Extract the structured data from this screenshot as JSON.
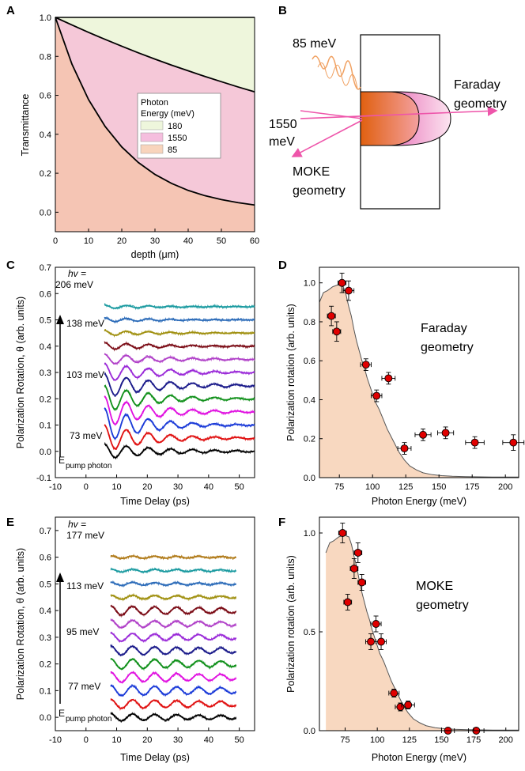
{
  "panels": {
    "A": "A",
    "B": "B",
    "C": "C",
    "D": "D",
    "E": "E",
    "F": "F"
  },
  "colors": {
    "green_fill": "#eef6dc",
    "pink_fill": "#f5c8d8",
    "salmon_fill": "#f5c5b4",
    "peach_fill": "#f8d8c0",
    "marker": "#e00000",
    "arrow_pink": "#ee55aa",
    "orange": "#e07020"
  },
  "diagram": {
    "label_85": "85 meV",
    "label_1550_a": "1550",
    "label_1550_b": "meV",
    "faraday_a": "Faraday",
    "faraday_b": "geometry",
    "moke_a": "MOKE",
    "moke_b": "geometry"
  },
  "chart_data": [
    {
      "panel": "A",
      "type": "area",
      "xlabel": "depth (μm)",
      "ylabel": "Transmittance",
      "xlim": [
        0,
        60
      ],
      "ylim": [
        -0.1,
        1.0
      ],
      "xticks": [
        0,
        10,
        20,
        30,
        40,
        50,
        60
      ],
      "yticks": [
        0.0,
        0.2,
        0.4,
        0.6,
        0.8,
        1.0
      ],
      "legend_title_1": "Photon",
      "legend_title_2": "Energy (meV)",
      "legend_placement": "center-right",
      "x": [
        0,
        5,
        10,
        15,
        20,
        25,
        30,
        35,
        40,
        45,
        50,
        55,
        60
      ],
      "series": [
        {
          "name": "180",
          "color": "#eef6dc",
          "values": [
            1.0,
            1.0,
            1.0,
            1.0,
            1.0,
            1.0,
            1.0,
            1.0,
            1.0,
            1.0,
            1.0,
            1.0,
            1.0
          ]
        },
        {
          "name": "1550",
          "color": "#f5c8d8",
          "values": [
            1.0,
            0.961,
            0.923,
            0.887,
            0.852,
            0.818,
            0.786,
            0.755,
            0.726,
            0.697,
            0.67,
            0.643,
            0.618
          ]
        },
        {
          "name": "85",
          "color": "#f5c5b4",
          "values": [
            1.0,
            0.76,
            0.578,
            0.44,
            0.335,
            0.255,
            0.194,
            0.148,
            0.112,
            0.085,
            0.065,
            0.049,
            0.037
          ]
        }
      ]
    },
    {
      "panel": "C",
      "type": "line",
      "xlabel": "Time Delay (ps)",
      "ylabel": "Polarization Rotation, θ (arb. units)",
      "xlim": [
        -10,
        55
      ],
      "ylim": [
        -0.1,
        0.7
      ],
      "xticks": [
        -10,
        0,
        10,
        20,
        30,
        40,
        50
      ],
      "yticks": [
        -0.1,
        0.0,
        0.1,
        0.2,
        0.3,
        0.4,
        0.5,
        0.6,
        0.7
      ],
      "t_start": 6,
      "t_end": 55,
      "annotations": [
        {
          "text": "hv =",
          "color": "#1a9aa0"
        },
        {
          "text": "206 meV",
          "color": "#1a9aa0"
        },
        {
          "text": "138 meV",
          "color": "#7a0a14"
        },
        {
          "text": "103 meV",
          "color": "#1a1a8a"
        },
        {
          "text": "73 meV",
          "color": "#e01010"
        },
        {
          "text": "E",
          "color": "#000000"
        },
        {
          "text": "pump photon",
          "color": "#000000"
        }
      ],
      "series": [
        {
          "offset": 0.0,
          "amp": 0.028,
          "period": 7.2,
          "decay": 20,
          "color": "#000000"
        },
        {
          "offset": 0.05,
          "amp": 0.05,
          "period": 7.2,
          "decay": 16,
          "color": "#e01010"
        },
        {
          "offset": 0.1,
          "amp": 0.065,
          "period": 7.2,
          "decay": 14,
          "color": "#1a3ad8"
        },
        {
          "offset": 0.15,
          "amp": 0.06,
          "period": 7.2,
          "decay": 15,
          "color": "#e010e0"
        },
        {
          "offset": 0.2,
          "amp": 0.05,
          "period": 7.2,
          "decay": 16,
          "color": "#10901a"
        },
        {
          "offset": 0.25,
          "amp": 0.045,
          "period": 7.2,
          "decay": 18,
          "color": "#1a1a8a"
        },
        {
          "offset": 0.3,
          "amp": 0.035,
          "period": 7.2,
          "decay": 18,
          "color": "#9a2ad8"
        },
        {
          "offset": 0.35,
          "amp": 0.02,
          "period": 7.2,
          "decay": 20,
          "color": "#b040c8"
        },
        {
          "offset": 0.4,
          "amp": 0.014,
          "period": 7.2,
          "decay": 20,
          "color": "#7a0a14"
        },
        {
          "offset": 0.45,
          "amp": 0.01,
          "period": 7.2,
          "decay": 20,
          "color": "#a09010"
        },
        {
          "offset": 0.5,
          "amp": 0.008,
          "period": 7.2,
          "decay": 20,
          "color": "#2a6ab8"
        },
        {
          "offset": 0.55,
          "amp": 0.007,
          "period": 7.2,
          "decay": 20,
          "color": "#1a9aa0"
        }
      ]
    },
    {
      "panel": "D",
      "type": "scatter",
      "xlabel": "Photon Energy (meV)",
      "ylabel": "Polarization rotation (arb. units)",
      "xlim": [
        60,
        210
      ],
      "ylim": [
        0.0,
        1.08
      ],
      "xticks": [
        75,
        100,
        125,
        150,
        175,
        200
      ],
      "yticks": [
        0.0,
        0.2,
        0.4,
        0.6,
        0.8,
        1.0
      ],
      "annotation_1": "Faraday",
      "annotation_2": "geometry",
      "spectrum_x": [
        60,
        63,
        66,
        70,
        74,
        78,
        80,
        82,
        84,
        86,
        88,
        90,
        92,
        94,
        96,
        98,
        100,
        102,
        105,
        108,
        111,
        114,
        117,
        120,
        124,
        128,
        133,
        138,
        145,
        152,
        160,
        170,
        180,
        190,
        200,
        210
      ],
      "spectrum_y": [
        0.9,
        0.95,
        0.96,
        0.98,
        0.99,
        0.98,
        0.94,
        0.88,
        0.83,
        0.76,
        0.7,
        0.65,
        0.6,
        0.56,
        0.51,
        0.47,
        0.43,
        0.39,
        0.35,
        0.3,
        0.25,
        0.21,
        0.17,
        0.13,
        0.09,
        0.06,
        0.04,
        0.025,
        0.015,
        0.01,
        0.007,
        0.005,
        0.004,
        0.003,
        0.003,
        0.003
      ],
      "points": [
        {
          "x": 69,
          "y": 0.83,
          "xerr": 3,
          "yerr": 0.05
        },
        {
          "x": 73,
          "y": 0.75,
          "xerr": 3,
          "yerr": 0.05
        },
        {
          "x": 77,
          "y": 1.0,
          "xerr": 3,
          "yerr": 0.05
        },
        {
          "x": 82,
          "y": 0.96,
          "xerr": 4,
          "yerr": 0.05
        },
        {
          "x": 95,
          "y": 0.58,
          "xerr": 4,
          "yerr": 0.03
        },
        {
          "x": 103,
          "y": 0.42,
          "xerr": 4,
          "yerr": 0.03
        },
        {
          "x": 112,
          "y": 0.51,
          "xerr": 5,
          "yerr": 0.03
        },
        {
          "x": 124,
          "y": 0.15,
          "xerr": 5,
          "yerr": 0.03
        },
        {
          "x": 138,
          "y": 0.22,
          "xerr": 6,
          "yerr": 0.03
        },
        {
          "x": 155,
          "y": 0.23,
          "xerr": 6,
          "yerr": 0.03
        },
        {
          "x": 177,
          "y": 0.18,
          "xerr": 7,
          "yerr": 0.03
        },
        {
          "x": 206,
          "y": 0.18,
          "xerr": 8,
          "yerr": 0.04
        }
      ]
    },
    {
      "panel": "E",
      "type": "line",
      "xlabel": "Time Delay (ps)",
      "ylabel": "Polarization Rotation, θ (arb. units)",
      "xlim": [
        -10,
        55
      ],
      "ylim": [
        -0.05,
        0.75
      ],
      "xticks": [
        -10,
        0,
        10,
        20,
        30,
        40,
        50
      ],
      "yticks": [
        0.0,
        0.1,
        0.2,
        0.3,
        0.4,
        0.5,
        0.6,
        0.7
      ],
      "t_start": 8,
      "t_end": 49,
      "annotations": [
        {
          "text": "hv =",
          "color": "#b07a18"
        },
        {
          "text": "177 meV",
          "color": "#b07a18"
        },
        {
          "text": "113 meV",
          "color": "#7a0a14"
        },
        {
          "text": "95 meV",
          "color": "#1a1a8a"
        },
        {
          "text": "77 meV",
          "color": "#e01010"
        },
        {
          "text": "E",
          "color": "#000000"
        },
        {
          "text": "pump photon",
          "color": "#000000"
        }
      ],
      "series": [
        {
          "offset": 0.0,
          "amp": 0.014,
          "period": 7.2,
          "decay": 60,
          "color": "#000000"
        },
        {
          "offset": 0.05,
          "amp": 0.018,
          "period": 7.2,
          "decay": 60,
          "color": "#e01010"
        },
        {
          "offset": 0.1,
          "amp": 0.02,
          "period": 7.2,
          "decay": 60,
          "color": "#1a3ad8"
        },
        {
          "offset": 0.15,
          "amp": 0.02,
          "period": 7.2,
          "decay": 60,
          "color": "#e010e0"
        },
        {
          "offset": 0.2,
          "amp": 0.02,
          "period": 7.2,
          "decay": 60,
          "color": "#10901a"
        },
        {
          "offset": 0.25,
          "amp": 0.018,
          "period": 7.2,
          "decay": 60,
          "color": "#1a1a8a"
        },
        {
          "offset": 0.3,
          "amp": 0.016,
          "period": 7.2,
          "decay": 60,
          "color": "#9a2ad8"
        },
        {
          "offset": 0.35,
          "amp": 0.015,
          "period": 7.2,
          "decay": 60,
          "color": "#b040c8"
        },
        {
          "offset": 0.4,
          "amp": 0.018,
          "period": 7.2,
          "decay": 60,
          "color": "#7a0a14"
        },
        {
          "offset": 0.45,
          "amp": 0.008,
          "period": 7.2,
          "decay": 60,
          "color": "#a09010"
        },
        {
          "offset": 0.5,
          "amp": 0.006,
          "period": 7.2,
          "decay": 60,
          "color": "#2a6ab8"
        },
        {
          "offset": 0.55,
          "amp": 0.006,
          "period": 7.2,
          "decay": 60,
          "color": "#1a9aa0"
        },
        {
          "offset": 0.6,
          "amp": 0.005,
          "period": 7.2,
          "decay": 60,
          "color": "#b07a18"
        }
      ]
    },
    {
      "panel": "F",
      "type": "scatter",
      "xlabel": "Photon Energy (meV)",
      "ylabel": "Polarization rotation (arb. units)",
      "xlim": [
        55,
        210
      ],
      "ylim": [
        0.0,
        1.08
      ],
      "xticks": [
        75,
        100,
        125,
        150,
        175,
        200
      ],
      "yticks": [
        0.0,
        0.5,
        1.0
      ],
      "annotation_1": "MOKE",
      "annotation_2": "geometry",
      "spectrum_x": [
        60,
        63,
        66,
        70,
        74,
        78,
        80,
        82,
        84,
        86,
        88,
        90,
        92,
        94,
        96,
        98,
        100,
        102,
        105,
        108,
        111,
        114,
        117,
        120,
        124,
        128,
        133,
        138,
        145,
        152,
        160,
        170,
        180,
        190,
        200,
        210
      ],
      "spectrum_y": [
        0.9,
        0.95,
        0.96,
        0.98,
        0.99,
        0.98,
        0.94,
        0.88,
        0.83,
        0.76,
        0.7,
        0.65,
        0.6,
        0.56,
        0.51,
        0.47,
        0.43,
        0.39,
        0.35,
        0.3,
        0.25,
        0.21,
        0.17,
        0.13,
        0.09,
        0.06,
        0.04,
        0.025,
        0.015,
        0.01,
        0.007,
        0.005,
        0.004,
        0.003,
        0.003,
        0.003
      ],
      "points": [
        {
          "x": 73,
          "y": 1.0,
          "xerr": 3,
          "yerr": 0.05
        },
        {
          "x": 77,
          "y": 0.65,
          "xerr": 3,
          "yerr": 0.04
        },
        {
          "x": 82,
          "y": 0.82,
          "xerr": 3,
          "yerr": 0.05
        },
        {
          "x": 85,
          "y": 0.9,
          "xerr": 3,
          "yerr": 0.05
        },
        {
          "x": 88,
          "y": 0.75,
          "xerr": 3,
          "yerr": 0.04
        },
        {
          "x": 95,
          "y": 0.45,
          "xerr": 4,
          "yerr": 0.04
        },
        {
          "x": 99,
          "y": 0.54,
          "xerr": 4,
          "yerr": 0.04
        },
        {
          "x": 103,
          "y": 0.45,
          "xerr": 4,
          "yerr": 0.04
        },
        {
          "x": 113,
          "y": 0.19,
          "xerr": 4,
          "yerr": 0.02
        },
        {
          "x": 118,
          "y": 0.12,
          "xerr": 4,
          "yerr": 0.02
        },
        {
          "x": 124,
          "y": 0.13,
          "xerr": 5,
          "yerr": 0.02
        },
        {
          "x": 155,
          "y": 0.0,
          "xerr": 5,
          "yerr": 0.01
        },
        {
          "x": 177,
          "y": 0.0,
          "xerr": 6,
          "yerr": 0.01
        }
      ]
    }
  ]
}
